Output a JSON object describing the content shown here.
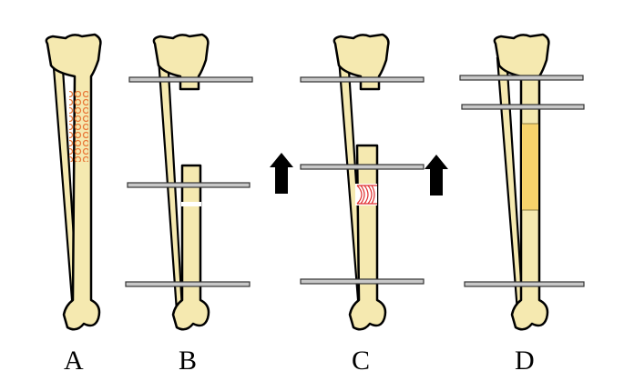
{
  "panels": [
    {
      "id": "A",
      "label": "A"
    },
    {
      "id": "B",
      "label": "B"
    },
    {
      "id": "C",
      "label": "C"
    },
    {
      "id": "D",
      "label": "D"
    }
  ],
  "colors": {
    "bone": "#F5E9B0",
    "outline": "#000000",
    "pin": "#c8c8c8",
    "lesion": "#E87A3A",
    "regenerate": "#E03030",
    "transported_segment": "#F7D36B",
    "arrow": "#000000"
  }
}
